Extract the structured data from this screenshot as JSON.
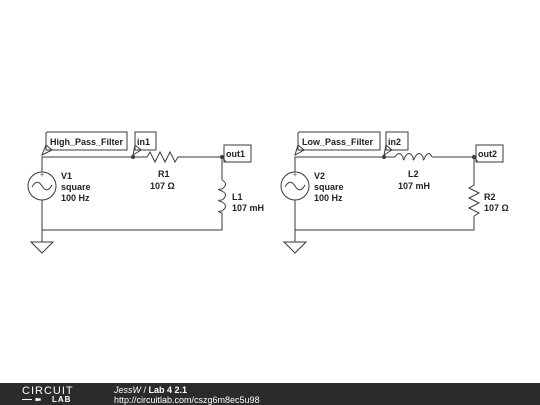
{
  "circuit_left": {
    "filter_tag": "High_Pass_Filter",
    "in_tag": "in1",
    "out_tag": "out1",
    "source_name": "V1",
    "source_type": "square",
    "source_freq": "100 Hz",
    "r_name": "R1",
    "r_value": "107 Ω",
    "l_name": "L1",
    "l_value": "107 mH"
  },
  "circuit_right": {
    "filter_tag": "Low_Pass_Filter",
    "in_tag": "in2",
    "out_tag": "out2",
    "source_name": "V2",
    "source_type": "square",
    "source_freq": "100 Hz",
    "l_name": "L2",
    "l_value": "107 mH",
    "r_name": "R2",
    "r_value": "107 Ω"
  },
  "footer": {
    "logo_top": "CIRCUIT",
    "logo_bottom": "LAB",
    "user": "JessW",
    "separator": " / ",
    "project": "Lab 4 2.1",
    "url": "http://circuitlab.com/cszg6m8ec5u98"
  },
  "colors": {
    "wire": "#3a3a3a",
    "footer_bg": "#2b2b2b"
  }
}
